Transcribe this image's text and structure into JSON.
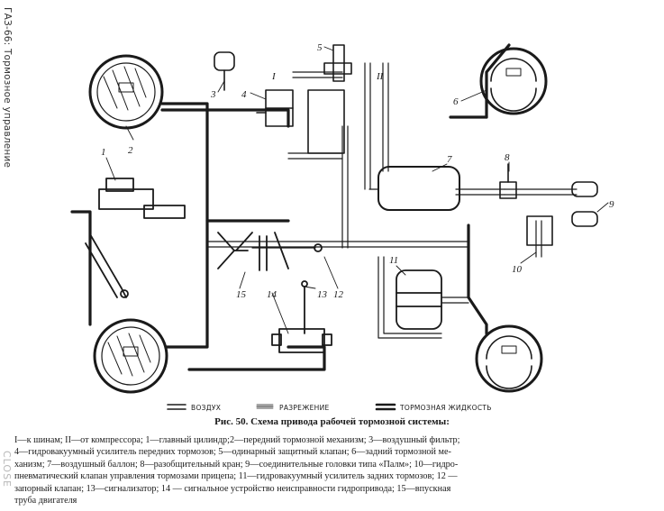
{
  "sidebar_title": "ГАЗ-66: Тормозное управление",
  "close_label": "CLOSE",
  "diagram": {
    "callouts": [
      "1",
      "2",
      "3",
      "4",
      "5",
      "6",
      "7",
      "8",
      "9",
      "10",
      "11",
      "12",
      "13",
      "14",
      "15"
    ],
    "roman_i": "I",
    "roman_ii": "II",
    "legend": {
      "air": "ВОЗДУХ",
      "vacuum": "РАЗРЕЖЕНИЕ",
      "fluid": "ТОРМОЗНАЯ ЖИДКОСТЬ"
    }
  },
  "caption": "Рис. 50. Схема привода рабочей тормозной системы:",
  "legend_text": "I—к шинам; II—от компрессора; 1—главный цилиндр;2—передний тормозной механизм; 3—воздушный фильтр;\n4—гидровакуумный усилитель передних тормозов; 5—одинарный защитный клапан; 6—задний тормозной ме-\nханизм; 7—воздушный баллон; 8—разобщительный кран; 9—соединительные головки типа «Палм»; 10—гидро-\nпневматический клапан управления тормозами прицепа; 11—гидровакуумный усилитель задних тормозов; 12 —\nзапорный клапан; 13—сигнализатор; 14 — сигнальное устройство неисправности гидропривода; 15—впускная\nтруба двигателя"
}
